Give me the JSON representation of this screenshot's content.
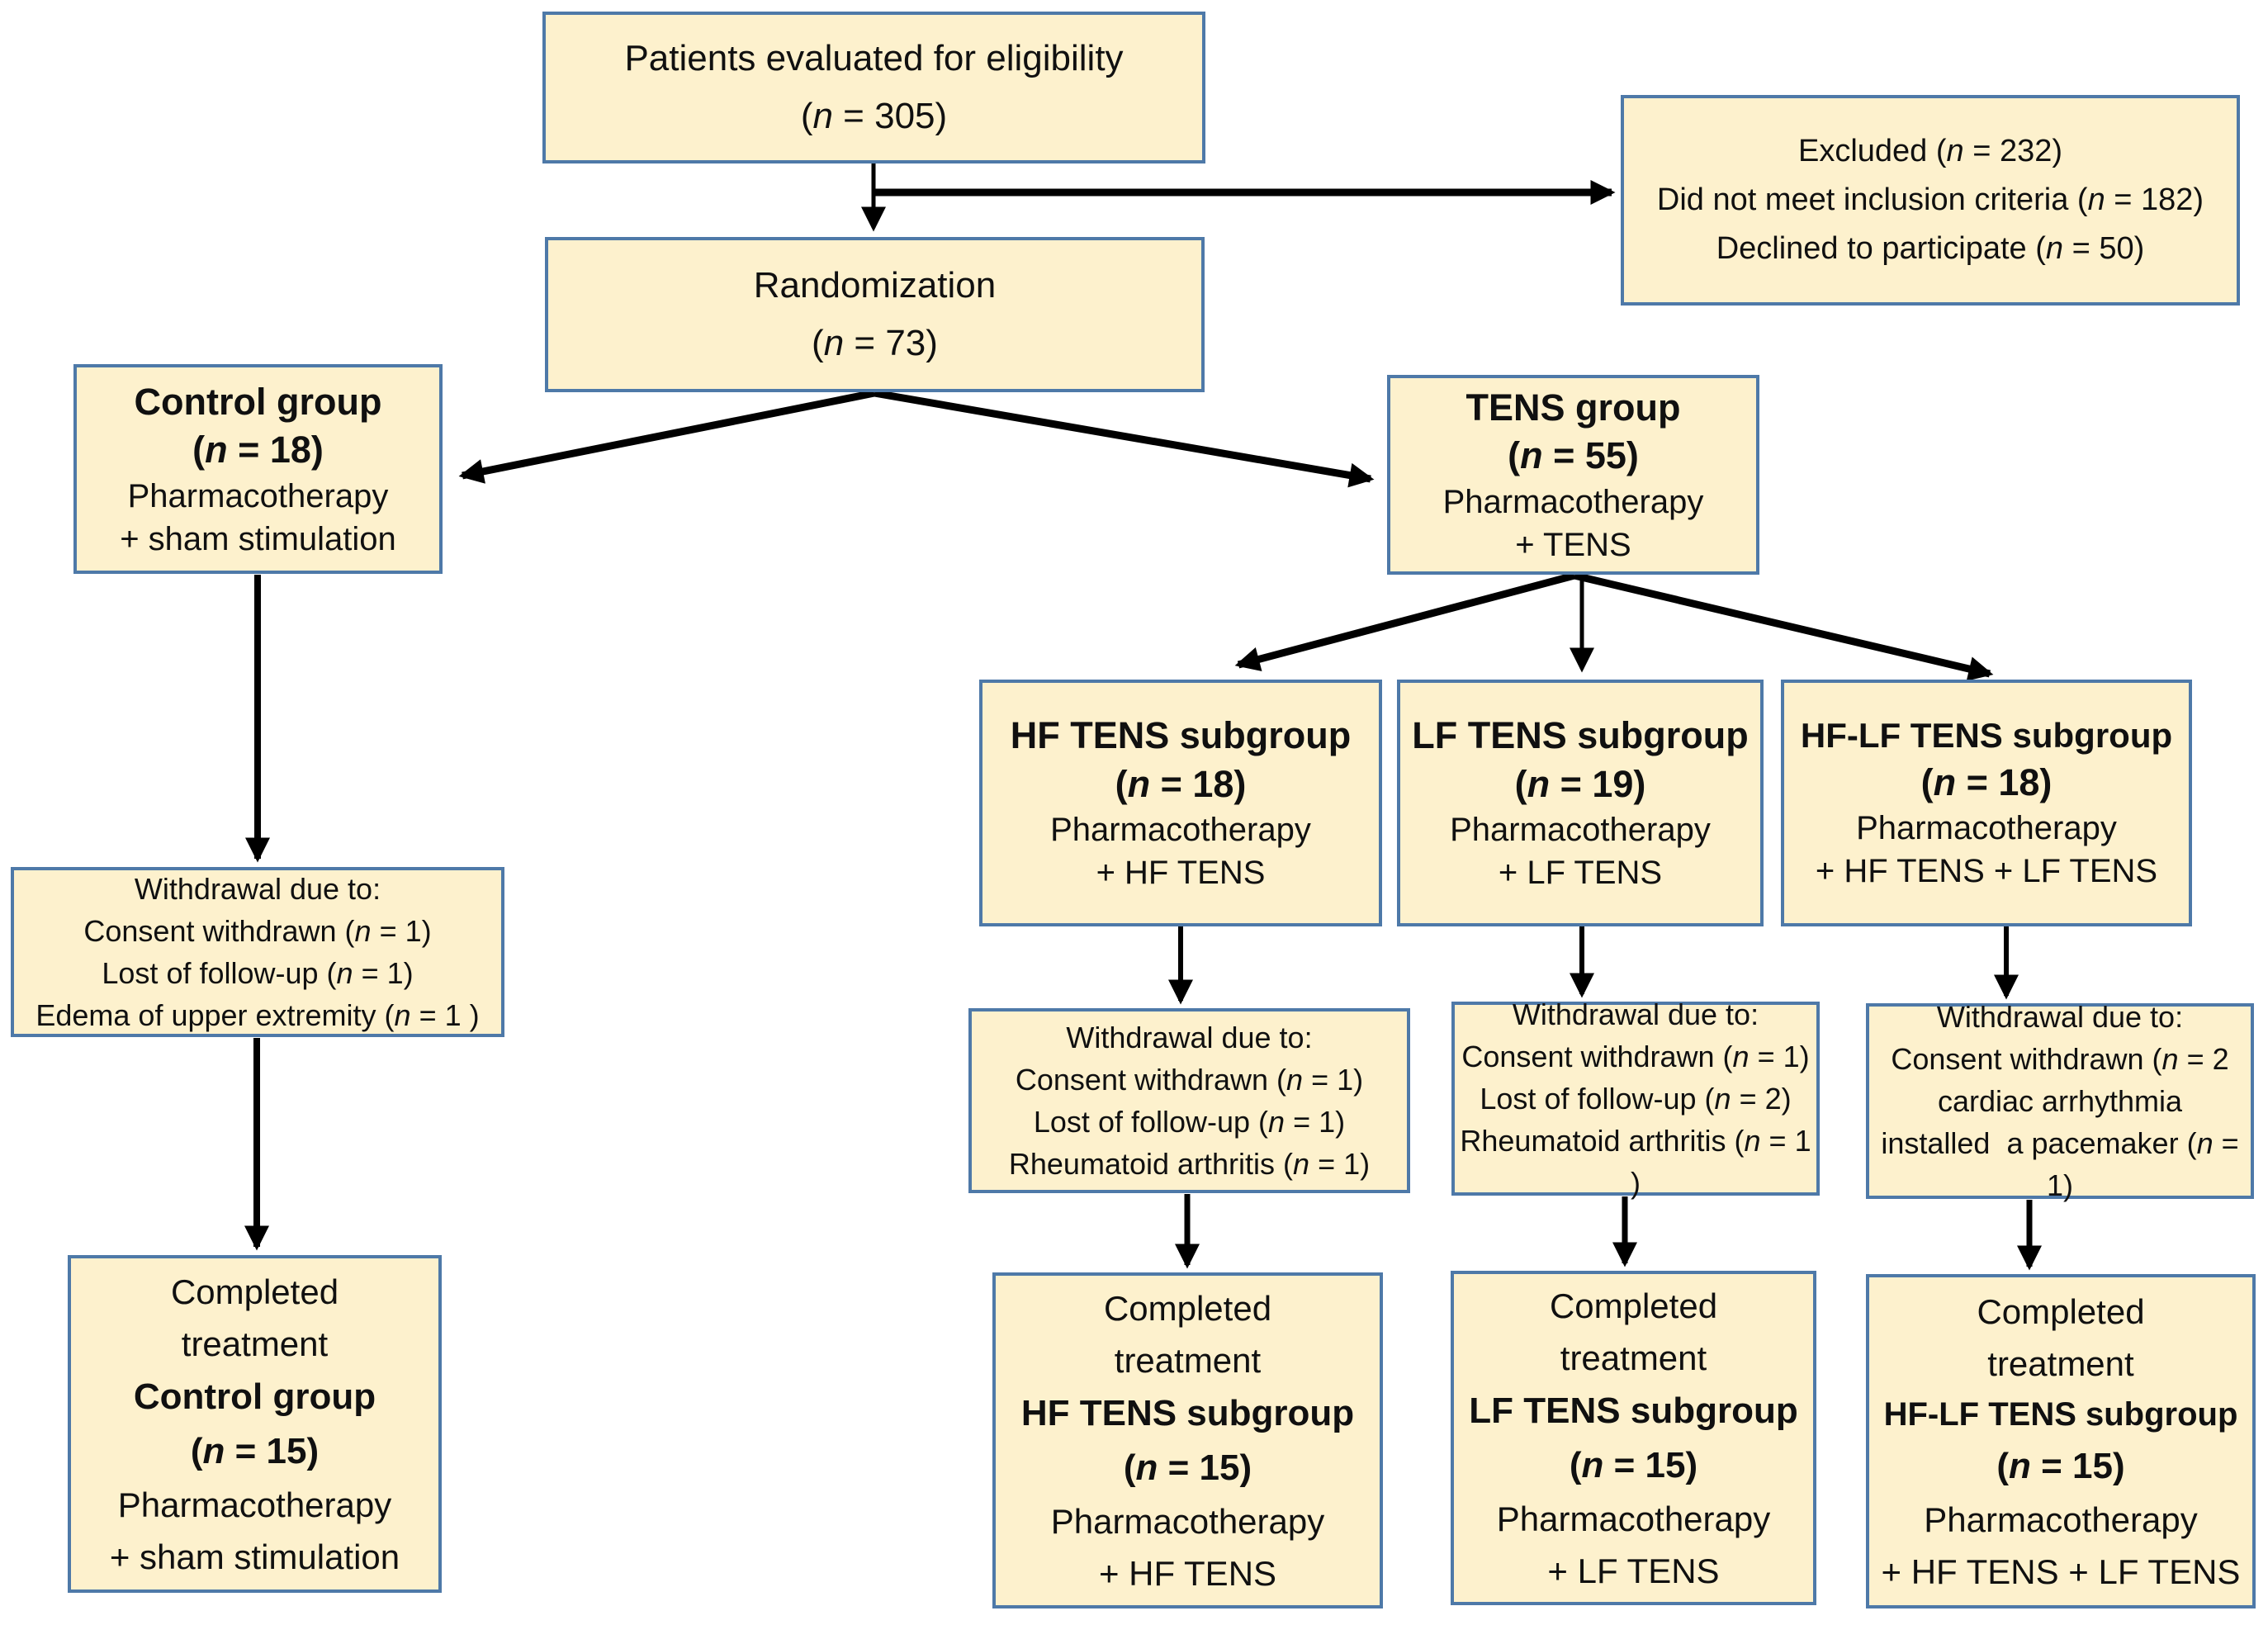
{
  "palette": {
    "box_fill": "#fdf1cd",
    "box_border": "#4e79a8",
    "arrow_color": "#000000",
    "text_color": "#101010"
  },
  "boxes": {
    "eligibility": {
      "lines": [
        {
          "pre": "Patients evaluated for eligibility"
        },
        {
          "pre": "(",
          "it": "n",
          "post": " = 305)"
        }
      ]
    },
    "excluded": {
      "lines": [
        {
          "pre": "Excluded (",
          "it": "n",
          "post": " = 232)"
        },
        {
          "pre": "Did not meet inclusion criteria (",
          "it": "n",
          "post": " = 182)"
        },
        {
          "pre": "Declined to participate (",
          "it": "n",
          "post": " = 50)"
        }
      ]
    },
    "randomization": {
      "lines": [
        {
          "pre": "Randomization"
        },
        {
          "pre": "(",
          "it": "n",
          "post": " = 73)"
        }
      ]
    },
    "control": {
      "lines": [
        {
          "pre": "Control group"
        },
        {
          "pre": "(",
          "it": "n",
          "post": " = 18)"
        },
        {
          "pre": "Pharmacotherapy"
        },
        {
          "pre": "+ sham stimulation"
        }
      ]
    },
    "tens": {
      "lines": [
        {
          "pre": "TENS group"
        },
        {
          "pre": "(",
          "it": "n",
          "post": " = 55)"
        },
        {
          "pre": "Pharmacotherapy"
        },
        {
          "pre": "+ TENS"
        }
      ]
    },
    "hf": {
      "lines": [
        {
          "pre": "HF TENS subgroup"
        },
        {
          "pre": "(",
          "it": "n",
          "post": " = 18)"
        },
        {
          "pre": "Pharmacotherapy"
        },
        {
          "pre": "+ HF TENS"
        }
      ]
    },
    "lf": {
      "lines": [
        {
          "pre": "LF TENS subgroup"
        },
        {
          "pre": "(",
          "it": "n",
          "post": " = 19)"
        },
        {
          "pre": "Pharmacotherapy"
        },
        {
          "pre": "+ LF TENS"
        }
      ]
    },
    "hflf": {
      "lines": [
        {
          "pre": "HF-LF TENS subgroup"
        },
        {
          "pre": "(",
          "it": "n",
          "post": " = 18)"
        },
        {
          "pre": "Pharmacotherapy"
        },
        {
          "pre": "+ HF TENS + LF TENS"
        }
      ]
    },
    "wd_control": {
      "lines": [
        {
          "pre": "Withdrawal due to:"
        },
        {
          "pre": "Consent withdrawn (",
          "it": "n",
          "post": " = 1)"
        },
        {
          "pre": "Lost of follow-up (",
          "it": "n",
          "post": " = 1)"
        },
        {
          "pre": "Edema of upper extremity (",
          "it": "n",
          "post": " = 1 )"
        }
      ]
    },
    "wd_hf": {
      "lines": [
        {
          "pre": "Withdrawal due to:"
        },
        {
          "pre": "Consent withdrawn (",
          "it": "n",
          "post": " = 1)"
        },
        {
          "pre": "Lost of follow-up (",
          "it": "n",
          "post": " = 1)"
        },
        {
          "pre": "Rheumatoid arthritis (",
          "it": "n",
          "post": " = 1)"
        }
      ]
    },
    "wd_lf": {
      "lines": [
        {
          "pre": "Withdrawal due to:"
        },
        {
          "pre": "Consent withdrawn (",
          "it": "n",
          "post": " = 1)"
        },
        {
          "pre": "Lost of follow-up (",
          "it": "n",
          "post": " = 2)"
        },
        {
          "pre": "Rheumatoid arthritis (",
          "it": "n",
          "post": " = 1  )"
        }
      ]
    },
    "wd_hflf": {
      "lines": [
        {
          "pre": "Withdrawal due to:"
        },
        {
          "pre": "Consent withdrawn (",
          "it": "n",
          "post": " = 2"
        },
        {
          "pre": "cardiac arrhythmia"
        },
        {
          "pre": "installed  a pacemaker (",
          "it": "n",
          "post": " = 1)"
        }
      ]
    },
    "done_control": {
      "lines": [
        {
          "pre": "Completed"
        },
        {
          "pre": "treatment"
        },
        {
          "pre": "Control group"
        },
        {
          "pre": "(",
          "it": "n",
          "post": " = 15)"
        },
        {
          "pre": "Pharmacotherapy"
        },
        {
          "pre": "+ sham stimulation"
        }
      ]
    },
    "done_hf": {
      "lines": [
        {
          "pre": "Completed"
        },
        {
          "pre": "treatment"
        },
        {
          "pre": "HF TENS subgroup"
        },
        {
          "pre": "(",
          "it": "n",
          "post": " = 15)"
        },
        {
          "pre": "Pharmacotherapy"
        },
        {
          "pre": "+ HF TENS"
        }
      ]
    },
    "done_lf": {
      "lines": [
        {
          "pre": "Completed"
        },
        {
          "pre": "treatment"
        },
        {
          "pre": "LF TENS subgroup"
        },
        {
          "pre": "(",
          "it": "n",
          "post": " = 15)"
        },
        {
          "pre": "Pharmacotherapy"
        },
        {
          "pre": "+ LF TENS"
        }
      ]
    },
    "done_hflf": {
      "lines": [
        {
          "pre": "Completed"
        },
        {
          "pre": "treatment"
        },
        {
          "pre": "HF-LF TENS subgroup"
        },
        {
          "pre": "(",
          "it": "n",
          "post": " = 15)"
        },
        {
          "pre": "Pharmacotherapy"
        },
        {
          "pre": "+ HF TENS + LF TENS"
        }
      ]
    }
  }
}
